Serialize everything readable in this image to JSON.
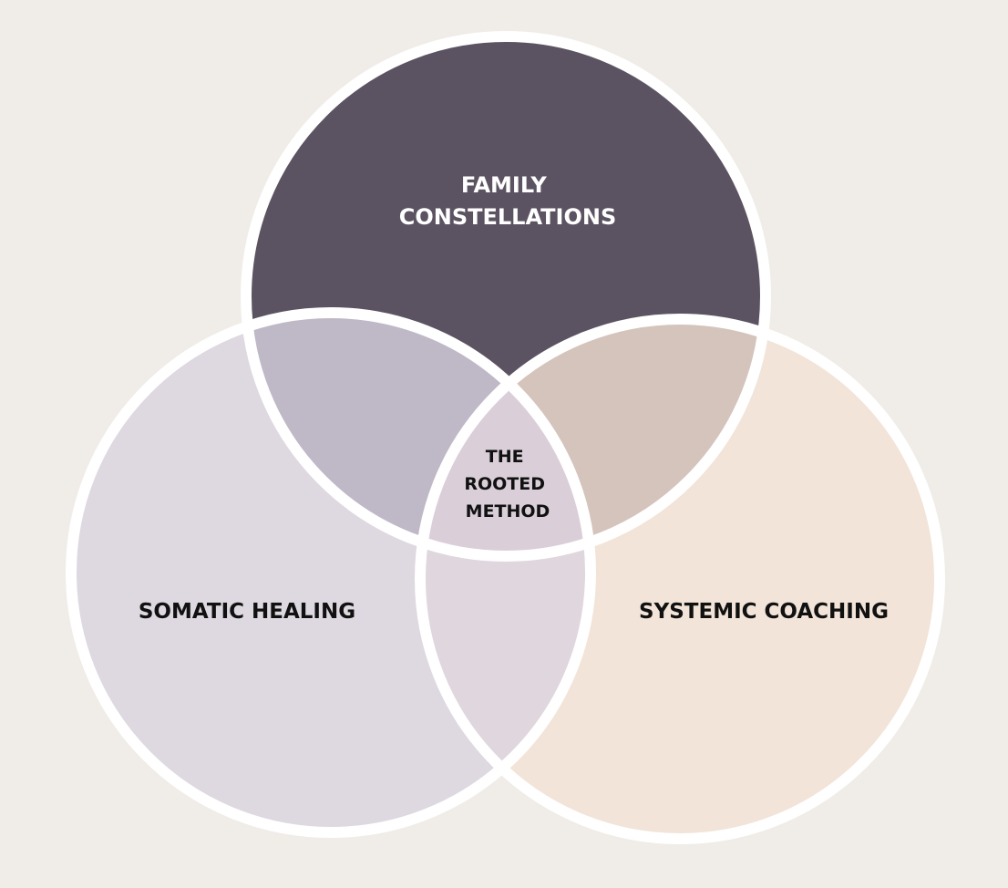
{
  "diagram": {
    "type": "venn",
    "sets": [
      {
        "id": "top",
        "label_lines": [
          "FAMILY",
          "CONSTELLATIONS"
        ],
        "color": "#5c5362",
        "text_color": "#ffffff"
      },
      {
        "id": "left",
        "label_lines": [
          "SOMATIC HEALING"
        ],
        "color": "#ded8e0",
        "text_color": "#111111"
      },
      {
        "id": "right",
        "label_lines": [
          "SYSTEMIC COACHING"
        ],
        "color": "#f2e4d8",
        "text_color": "#111111"
      }
    ],
    "overlaps": {
      "top_left": "#bfb8c6",
      "top_right": "#d4c4bc",
      "left_right": "#dfd6de",
      "center": "#dacfd9"
    },
    "center_label_lines": [
      "THE",
      "ROOTED",
      "METHOD"
    ],
    "background": "#f0ede8",
    "stroke": "#ffffff"
  }
}
